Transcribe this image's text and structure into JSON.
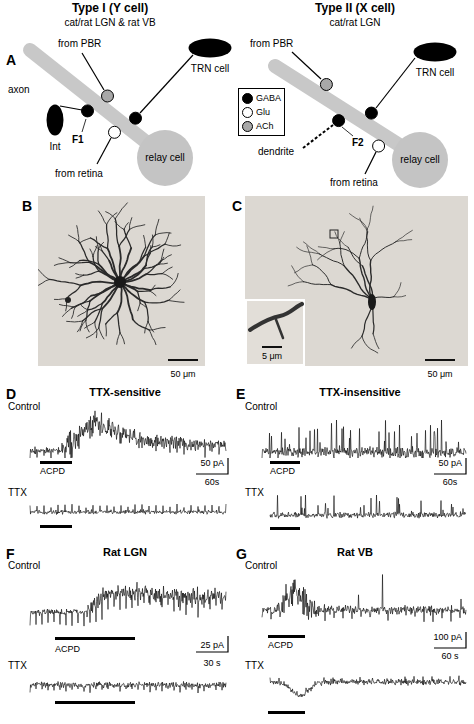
{
  "diagram": {
    "nodes": [
      {
        "text": [
          "TRN cell"
        ]
      },
      {
        "text": [
          "Int"
        ]
      },
      {
        "text": [
          "relay cell"
        ]
      },
      {
        "text": [
          "TRN cell"
        ]
      },
      {
        "text": [
          "relay cell"
        ]
      }
    ],
    "labels": [
      "Type I (Y cell)",
      "cat/rat LGN & rat VB",
      "Type II (X cell)",
      "cat/rat LGN",
      "A",
      "from PBR",
      "axon",
      "F1",
      "from retina",
      "from PBR",
      "dendrite",
      "F2",
      "from retina",
      "B",
      "C",
      "50 μm",
      "5 μm",
      "50 μm",
      "D",
      "TTX-sensitive",
      "Control",
      "ACPD",
      "50 pA",
      "60s",
      "TTX",
      "E",
      "TTX-insensitive",
      "Control",
      "ACPD",
      "50 pA",
      "60s",
      "TTX",
      "F",
      "Rat LGN",
      "Control",
      "ACPD",
      "25 pA",
      "30 s",
      "TTX",
      "G",
      "Rat VB",
      "Control",
      "ACPD",
      "100 pA",
      "60 s",
      "TTX"
    ],
    "legend": [
      {
        "text": "GABA",
        "color": "#000000"
      },
      {
        "text": "Glu",
        "color": "#ffffff"
      },
      {
        "text": "ACh",
        "color": "#a8a8a8"
      }
    ]
  }
}
